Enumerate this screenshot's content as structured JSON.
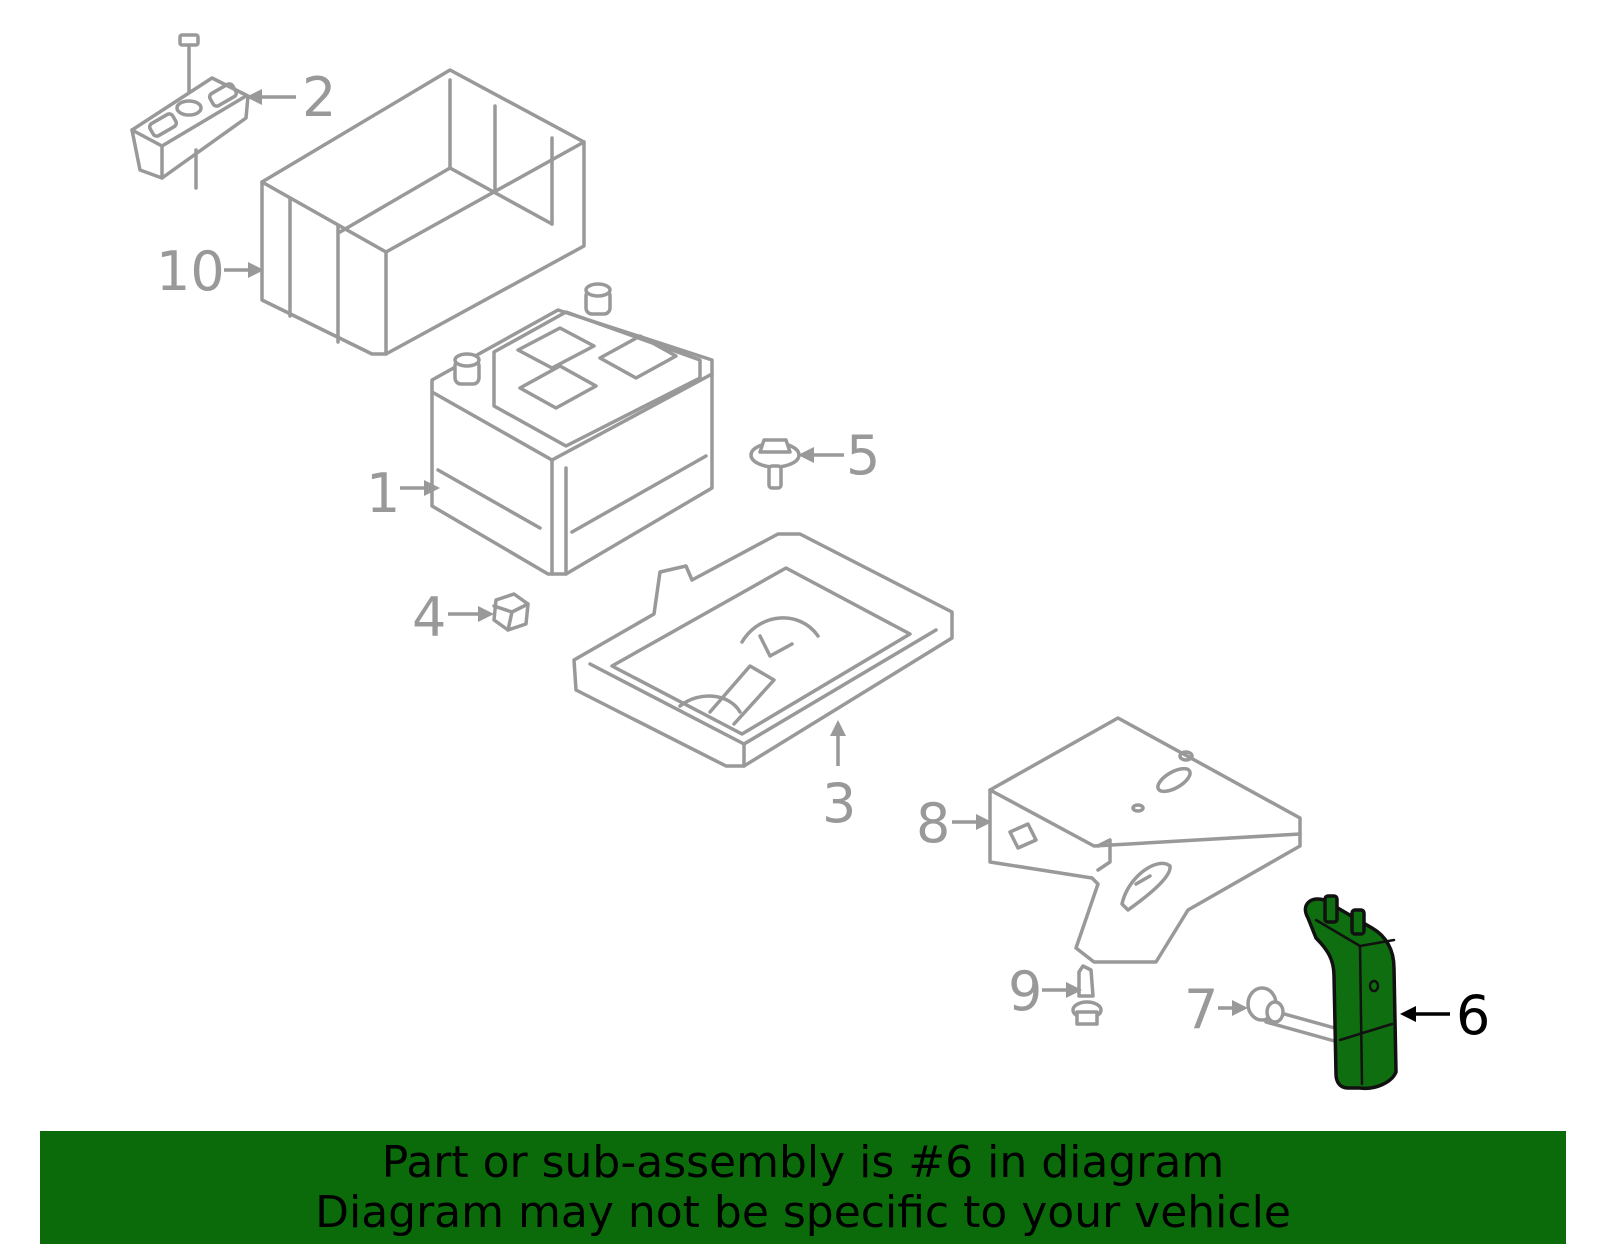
{
  "highlighted_part": "6",
  "colors": {
    "highlight": "#0f6e0f",
    "banner": "#0b6b0b",
    "parts": "#999999"
  },
  "callouts": {
    "p1": "1",
    "p2": "2",
    "p3": "3",
    "p4": "4",
    "p5": "5",
    "p6": "6",
    "p7": "7",
    "p8": "8",
    "p9": "9",
    "p10": "10"
  },
  "banner": {
    "line1": "Part or sub-assembly is #6 in diagram",
    "line2": "Diagram may not be specific to your vehicle"
  }
}
